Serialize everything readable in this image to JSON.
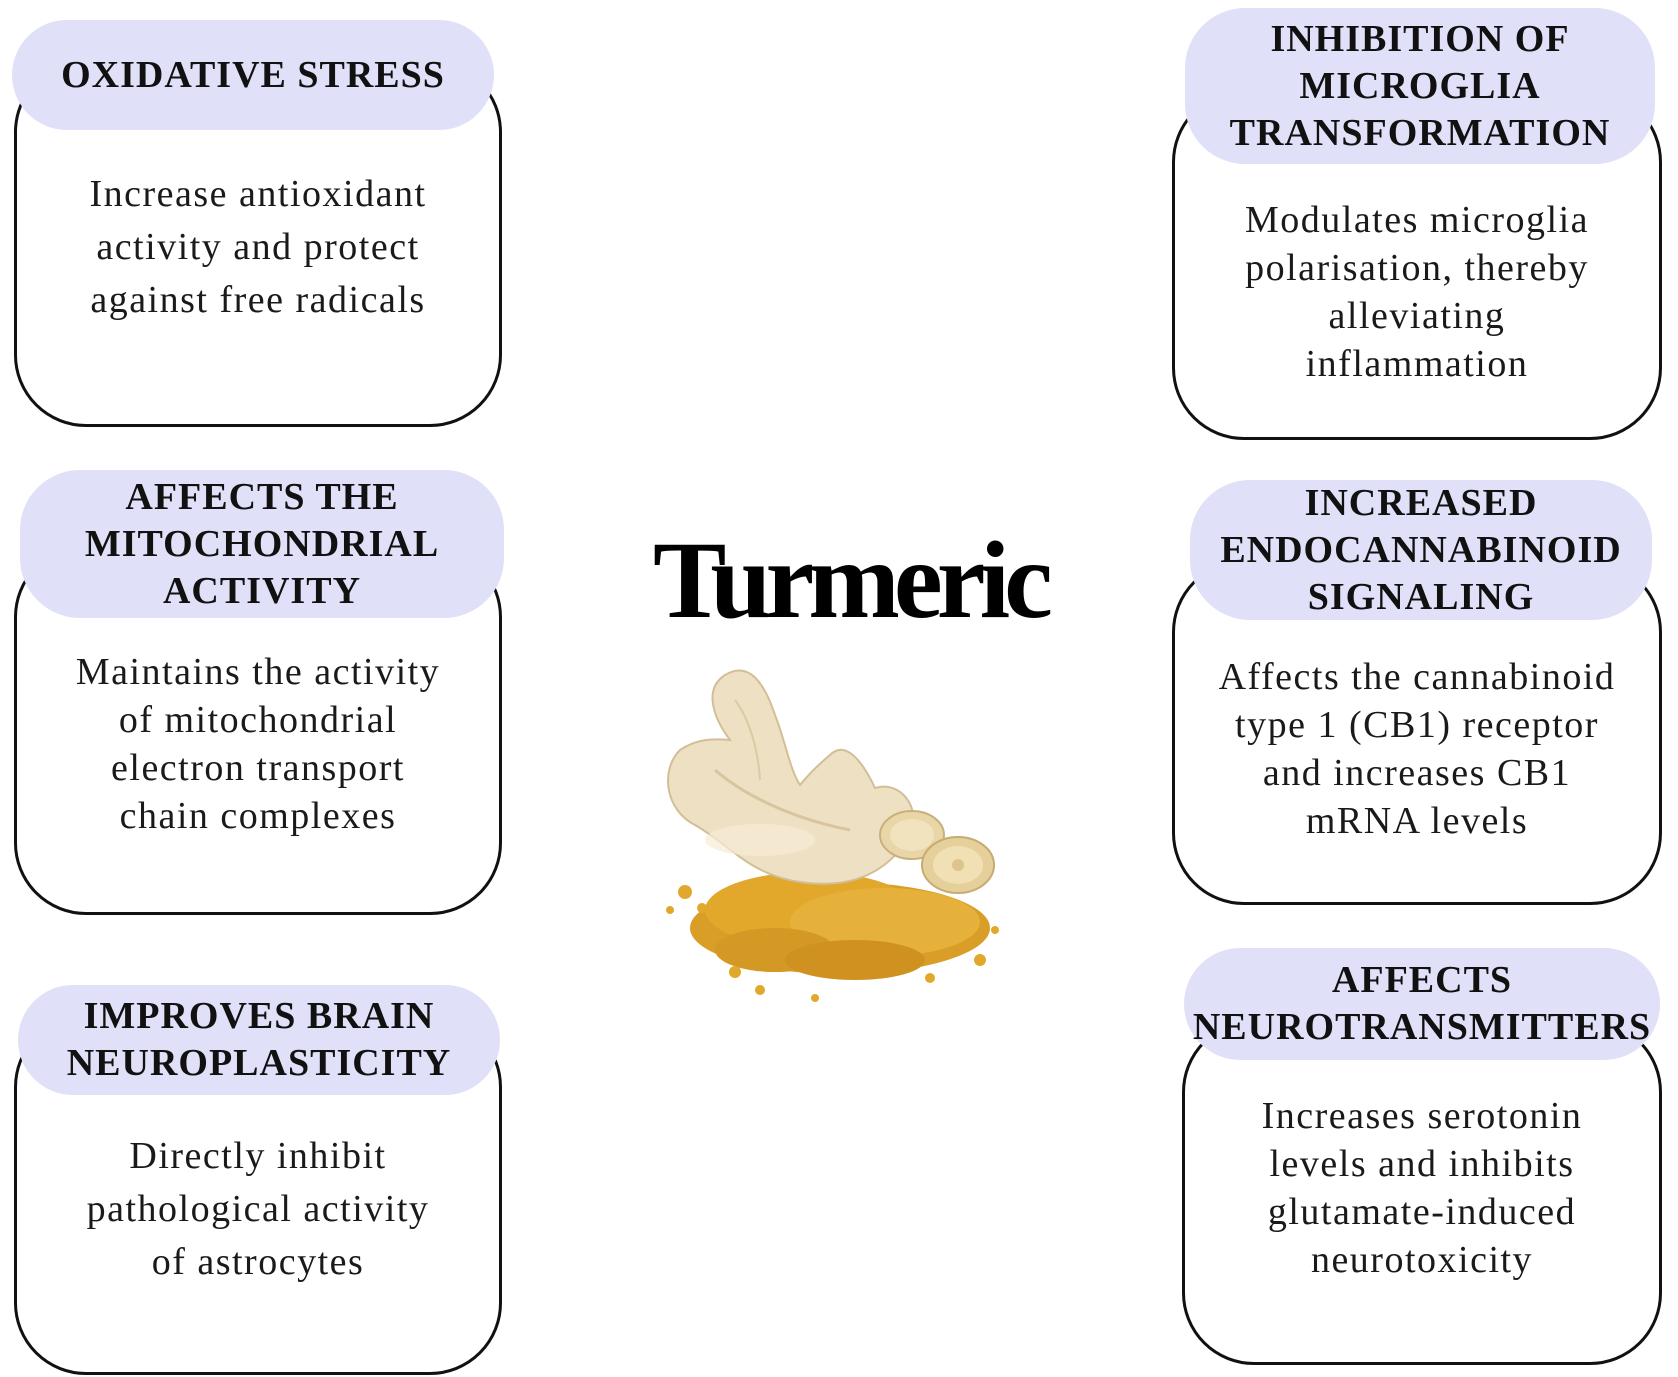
{
  "title": "Turmeric",
  "colors": {
    "pill_fill": "#e0e0f8",
    "border": "#111111",
    "ginger": "#eee0c2",
    "powder": "#e1a82c"
  },
  "icons": {
    "center": "ginger-root-with-turmeric-powder-icon"
  },
  "cards": [
    {
      "heading": [
        "OXIDATIVE STRESS"
      ],
      "body": [
        "Increase antioxidant",
        "activity and protect",
        "against free radicals"
      ]
    },
    {
      "heading": [
        "AFFECTS THE",
        "MITOCHONDRIAL",
        "ACTIVITY"
      ],
      "body": [
        "Maintains the activity",
        "of mitochondrial",
        "electron transport",
        "chain complexes"
      ]
    },
    {
      "heading": [
        "IMPROVES BRAIN",
        "NEUROPLASTICITY"
      ],
      "body": [
        "Directly inhibit",
        "pathological activity",
        "of astrocytes"
      ]
    },
    {
      "heading": [
        "INHIBITION OF",
        "MICROGLIA",
        "TRANSFORMATION"
      ],
      "body": [
        "Modulates microglia",
        "polarisation, thereby",
        "alleviating",
        "inflammation"
      ]
    },
    {
      "heading": [
        "INCREASED",
        "ENDOCANNABINOID",
        "SIGNALING"
      ],
      "body": [
        "Affects the cannabinoid",
        "type 1 (CB1) receptor",
        "and increases CB1",
        "mRNA levels"
      ]
    },
    {
      "heading": [
        "AFFECTS",
        "NEUROTRANSMITTERS"
      ],
      "body": [
        "Increases serotonin",
        "levels and inhibits",
        "glutamate-induced",
        "neurotoxicity"
      ]
    }
  ]
}
